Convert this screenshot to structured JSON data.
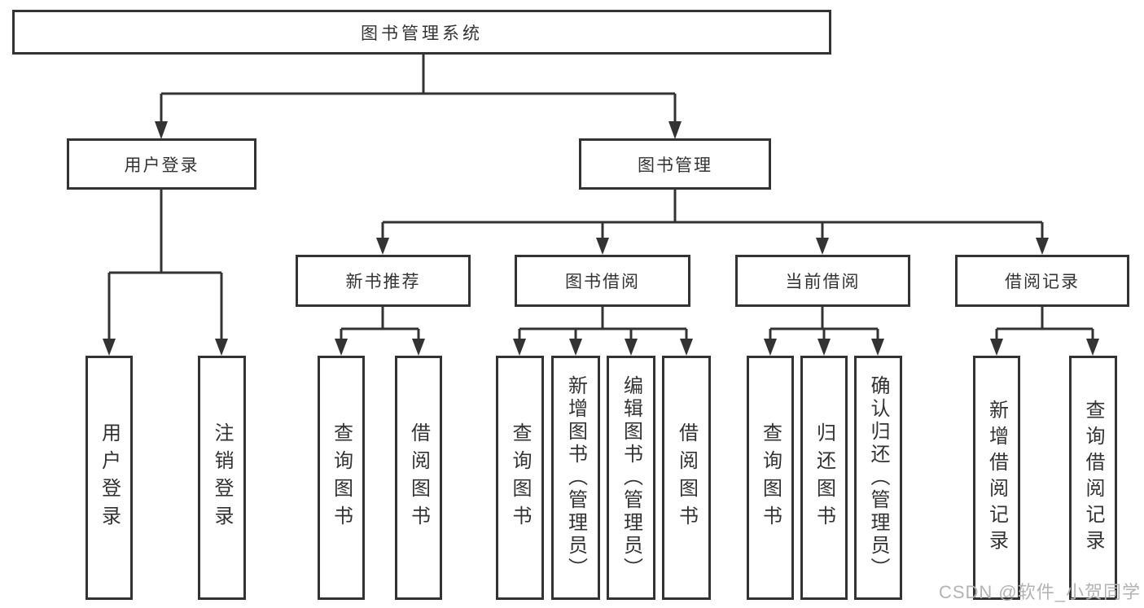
{
  "colors": {
    "line": "#333333",
    "text": "#333333",
    "box_fill": "#ffffff",
    "watermark": "#b3b3b3",
    "background": "#ffffff"
  },
  "watermark": {
    "text": "CSDN @软件_小贺同学"
  },
  "tree": {
    "label": "图书管理系统",
    "children": [
      {
        "label": "用户登录",
        "children": [
          {
            "label": "用户登录"
          },
          {
            "label": "注销登录"
          }
        ]
      },
      {
        "label": "图书管理",
        "children": [
          {
            "label": "新书推荐",
            "children": [
              {
                "label": "查询图书"
              },
              {
                "label": "借阅图书"
              }
            ]
          },
          {
            "label": "图书借阅",
            "children": [
              {
                "label": "查询图书"
              },
              {
                "label": "新增图书（管理员）"
              },
              {
                "label": "编辑图书（管理员）"
              },
              {
                "label": "借阅图书"
              }
            ]
          },
          {
            "label": "当前借阅",
            "children": [
              {
                "label": "查询图书"
              },
              {
                "label": "归还图书"
              },
              {
                "label": "确认归还（管理员）"
              }
            ]
          },
          {
            "label": "借阅记录",
            "children": [
              {
                "label": "新增借阅记录"
              },
              {
                "label": "查询借阅记录"
              }
            ]
          }
        ]
      }
    ]
  }
}
